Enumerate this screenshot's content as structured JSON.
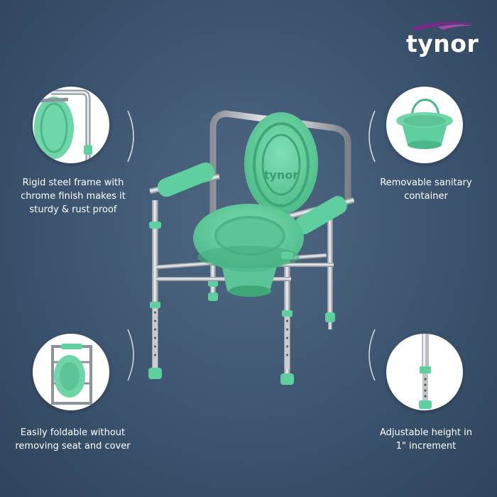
{
  "brand": {
    "name": "tynor",
    "seat_emboss": "tynor",
    "color_swoosh": "#7a2a8c"
  },
  "colors": {
    "background": "#3c5470",
    "seat_green": "#5fcf9f",
    "chrome": "#c9ccd1",
    "caption_text": "#ffffff"
  },
  "features": [
    {
      "id": "frame",
      "icon": "chrome-frame-closeup",
      "lines": [
        "Rigid steel frame with",
        "chrome finish makes it",
        "sturdy & rust proof"
      ]
    },
    {
      "id": "container",
      "icon": "sanitary-bucket",
      "lines": [
        "Removable sanitary",
        "container"
      ]
    },
    {
      "id": "foldable",
      "icon": "folded-chair",
      "lines": [
        "Easily foldable without",
        "removing seat and cover"
      ]
    },
    {
      "id": "height",
      "icon": "adjustable-leg",
      "lines": [
        "Adjustable height in",
        "1\" increment"
      ]
    }
  ]
}
